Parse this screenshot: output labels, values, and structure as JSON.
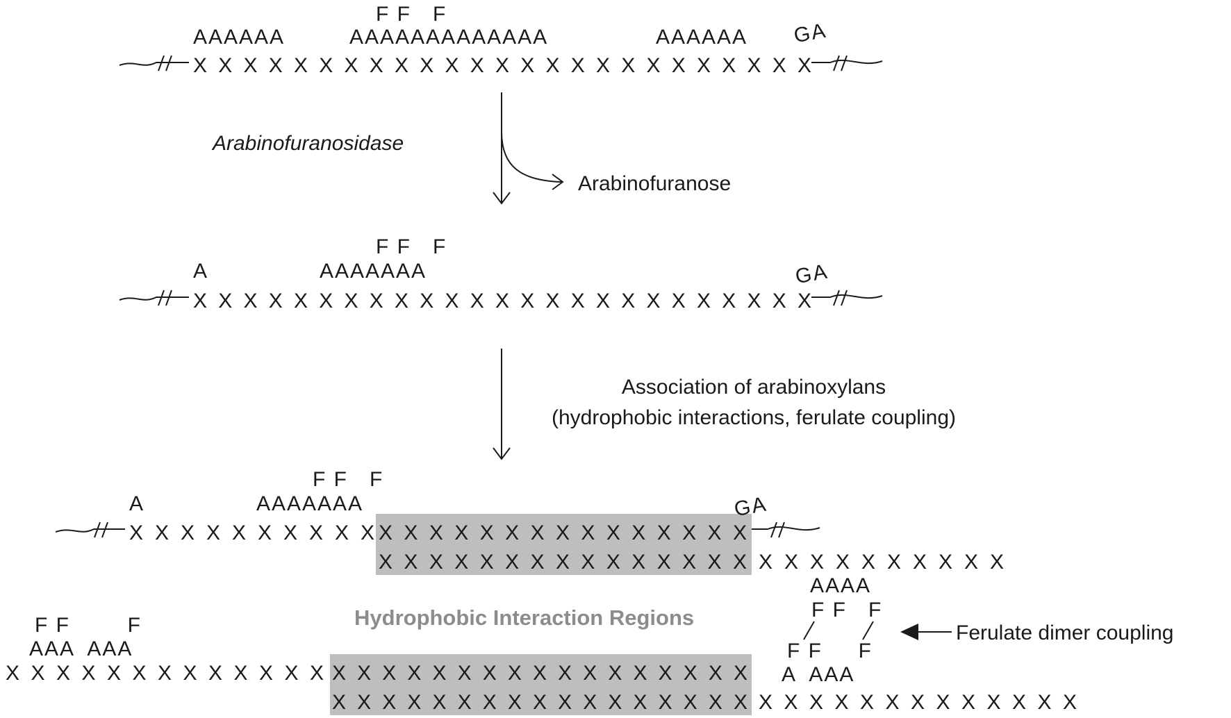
{
  "labels": {
    "enzyme": "Arabinofuranosidase",
    "product": "Arabinofuranose",
    "association_line1": "Association of arabinoxylans",
    "association_line2": "(hydrophobic interactions, ferulate coupling)",
    "hydrophobic_regions": "Hydrophobic Interaction Regions",
    "ferulate_dimer": "Ferulate dimer coupling"
  },
  "chain1": {
    "f_row": "F F   F",
    "a_groups": [
      "AAAAAA",
      "AAAAAAAAAAAAA",
      "AAAAAA"
    ],
    "ga": "GA",
    "x_row": "XXXXXXXXXXXXXXXXXXXXXXXXX"
  },
  "chain2": {
    "f_row": "F F   F",
    "a_single": "A",
    "a_group": "AAAAAAA",
    "ga": "GA",
    "x_row": "XXXXXXXXXXXXXXXXXXXXXXXXX"
  },
  "chain3": {
    "f_row": "F F   F",
    "a_single": "A",
    "a_group": "AAAAAAA",
    "ga": "GA",
    "x_left": "XXXXXXXXXX",
    "x_shaded": "XXXXXXXXXXXXXXX"
  },
  "chain4": {
    "x_shaded": "XXXXXXXXXXXXXXX",
    "x_tail": "XXXXXXXXXX",
    "a_top": "AAAA",
    "f_top": "F F   F"
  },
  "chain5": {
    "f_left": "F F        F",
    "a_left": "AAA  AAA",
    "x_left": "XXXXXXXXXXXXX",
    "f_right": "F F     F",
    "a_right": "A  AAA"
  },
  "chain6": {
    "x_shaded": "XXXXXXXXXXXXXXXXX",
    "x_tail": "XXXXXXXXXXXXX"
  }
}
